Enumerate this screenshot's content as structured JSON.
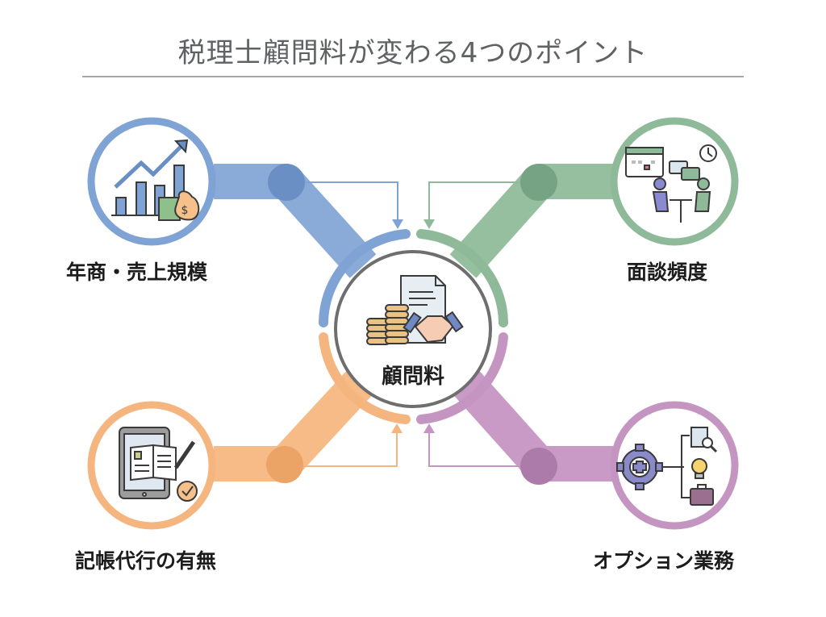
{
  "title": "税理士顧問料が変わる4つのポイント",
  "center": {
    "label": "顧問料",
    "icon": "contract-handshake-coins-icon"
  },
  "factors": [
    {
      "id": "revenue",
      "label": "年商・売上規模",
      "icon": "growth-chart-moneybag-icon",
      "color": "#7fa3d4",
      "dark": "#6a8fc4"
    },
    {
      "id": "meeting",
      "label": "面談頻度",
      "icon": "meeting-calendar-icon",
      "color": "#8fba99",
      "dark": "#76a384"
    },
    {
      "id": "bookkeeping",
      "label": "記帳代行の有無",
      "icon": "tablet-ledger-icon",
      "color": "#f5b57f",
      "dark": "#eba366"
    },
    {
      "id": "options",
      "label": "オプション業務",
      "icon": "gear-options-icon",
      "color": "#c495c1",
      "dark": "#ad7ba9"
    }
  ],
  "colors": {
    "title": "#5f6163",
    "center_ring": "#6e6e6e",
    "rule": "#a8a8a8"
  }
}
